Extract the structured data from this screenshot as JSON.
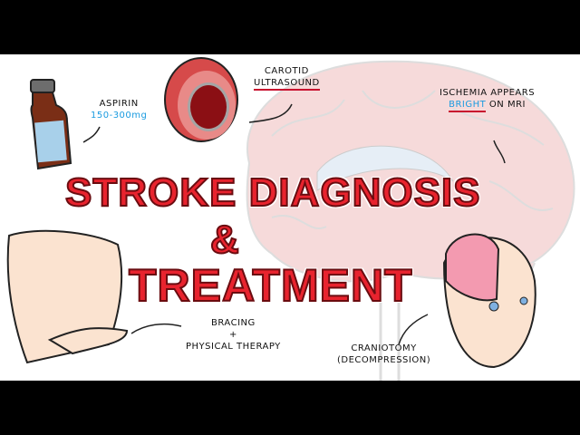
{
  "notes": {
    "aspirin": "ASPIRIN",
    "aspirin_dose": "150-300mg",
    "carotid_line1": "CAROTID",
    "carotid_line2": "ULTRASOUND",
    "ischemia_line1": "ISCHEMIA APPEARS",
    "ischemia_bright": "BRIGHT",
    "ischemia_rest": "ON MRI",
    "bracing": "BRACING",
    "plus": "+",
    "physical_therapy": "PHYSICAL THERAPY",
    "craniotomy": "CRANIOTOMY",
    "decompression": "(DECOMPRESSION)"
  },
  "title": {
    "line1": "STROKE DIAGNOSIS",
    "line2": "&",
    "line3": "TREATMENT"
  },
  "colors": {
    "title_red": "#e8232e",
    "accent_blue": "#1a9be0",
    "underline_red": "#c8102e",
    "brain_pink": "#f6dada"
  }
}
